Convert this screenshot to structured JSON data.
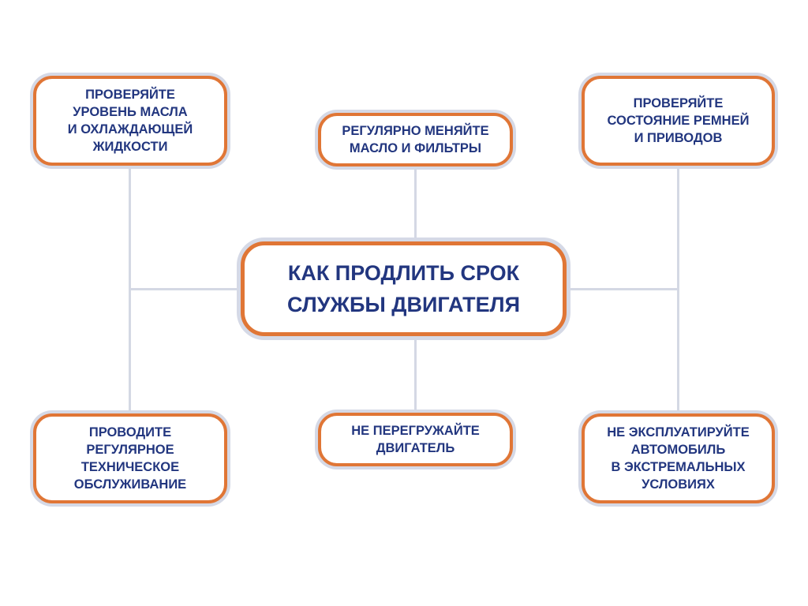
{
  "center": {
    "label": "КАК ПРОДЛИТЬ СРОК\nСЛУЖБЫ ДВИГАТЕЛЯ"
  },
  "nodes": {
    "top_left": "ПРОВЕРЯЙТЕ\nУРОВЕНЬ МАСЛА\nИ ОХЛАЖДАЮЩЕЙ\nЖИДКОСТИ",
    "top_middle": "РЕГУЛЯРНО МЕНЯЙТЕ\nМАСЛО И ФИЛЬТРЫ",
    "top_right": "ПРОВЕРЯЙТЕ\nСОСТОЯНИЕ РЕМНЕЙ\nИ ПРИВОДОВ",
    "bottom_left": "ПРОВОДИТЕ\nРЕГУЛЯРНОЕ\nТЕХНИЧЕСКОЕ\nОБСЛУЖИВАНИЕ",
    "bottom_middle": "НЕ ПЕРЕГРУЖАЙТЕ\nДВИГАТЕЛЬ",
    "bottom_right": "НЕ ЭКСПЛУАТИРУЙТЕ\nАВТОМОБИЛЬ\nВ ЭКСТРЕМАЛЬНЫХ\nУСЛОВИЯХ"
  },
  "colors": {
    "accent": "#e07636",
    "text": "#22367f",
    "connector": "#d4d8e4"
  }
}
